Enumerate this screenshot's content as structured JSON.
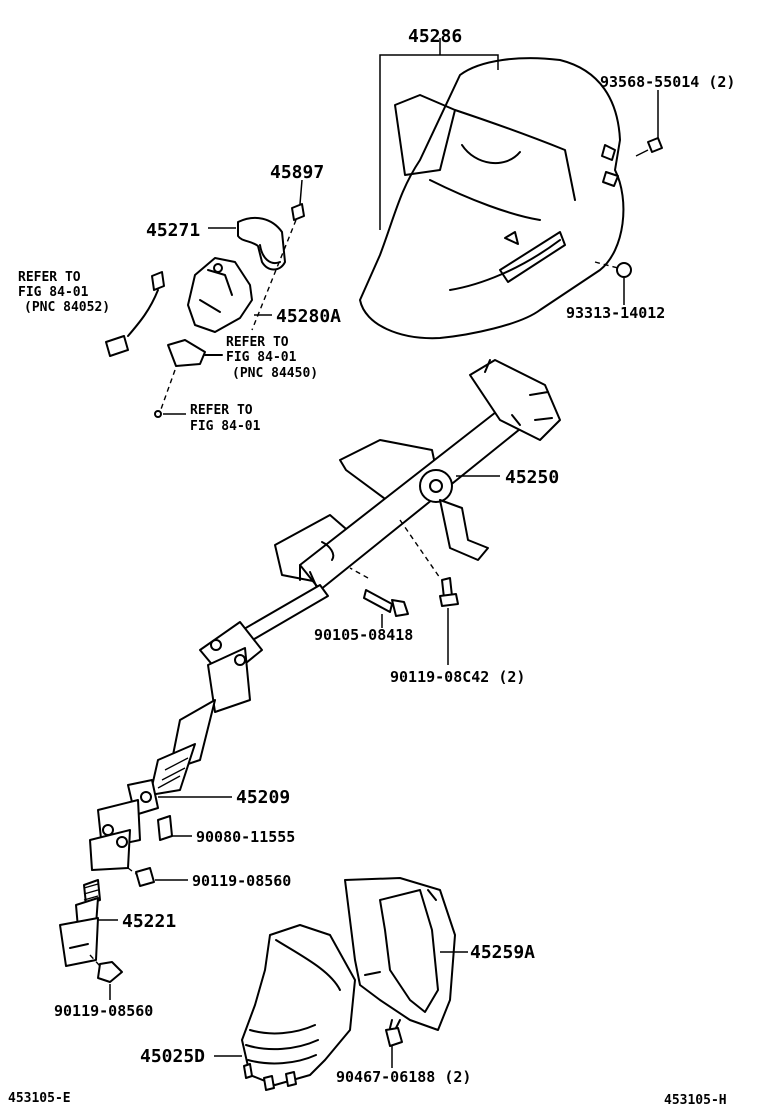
{
  "labels": {
    "p45286": "45286",
    "p93568": "93568-55014 (2)",
    "p45897": "45897",
    "p45271": "45271",
    "refer1_a": "REFER TO",
    "refer1_b": "FIG 84-01",
    "refer1_c": "(PNC 84052)",
    "p45280A": "45280A",
    "refer2_a": "REFER TO",
    "refer2_b": "FIG 84-01",
    "refer2_c": "(PNC 84450)",
    "p93313": "93313-14012",
    "refer3_a": "REFER TO",
    "refer3_b": "FIG 84-01",
    "p45250": "45250",
    "p90105": "90105-08418",
    "p90119a": "90119-08C42 (2)",
    "p45209": "45209",
    "p90080": "90080-11555",
    "p90119b": "90119-08560",
    "p45221": "45221",
    "p90119c": "90119-08560",
    "p45259A": "45259A",
    "p45025D": "45025D",
    "p90467": "90467-06188 (2)",
    "foot_left": "453105-E",
    "foot_right": "453105-H"
  },
  "icons": [
    "column-cover-icon",
    "steering-column-icon",
    "intermediate-shaft-icon",
    "universal-joint-icon",
    "boot-icon",
    "bolt-icon",
    "clamp-icon"
  ]
}
